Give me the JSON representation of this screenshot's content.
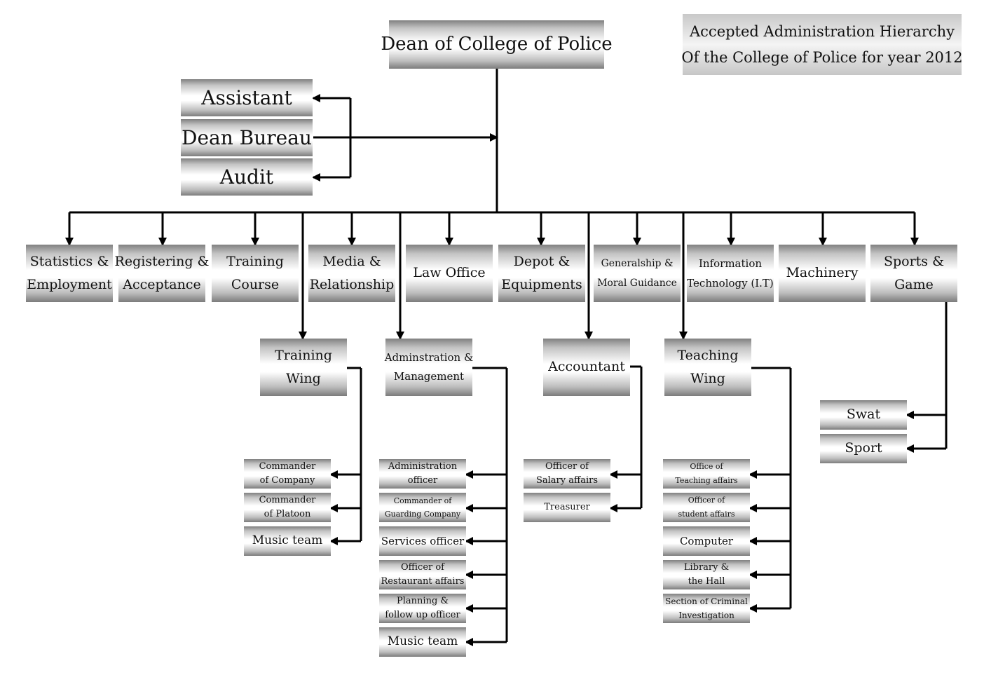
{
  "title": {
    "line1": "Accepted Administration Hierarchy",
    "line2": "Of the College of Police for year 2012"
  },
  "nodes": {
    "dean": [
      "Dean of College of Police"
    ],
    "assistant": [
      "Assistant"
    ],
    "dean_bureau": [
      "Dean Bureau"
    ],
    "audit": [
      "Audit"
    ],
    "statistics": [
      "Statistics &",
      "Employment"
    ],
    "registering": [
      "Registering &",
      "Acceptance"
    ],
    "training_course": [
      "Training",
      "Course"
    ],
    "media": [
      "Media &",
      "Relationship"
    ],
    "law_office": [
      "Law Office"
    ],
    "depot": [
      "Depot &",
      "Equipments"
    ],
    "generalship": [
      "Generalship &",
      "Moral Guidance"
    ],
    "it": [
      "Information",
      "Technology (I.T)"
    ],
    "machinery": [
      "Machinery"
    ],
    "sports_game": [
      "Sports &",
      "Game"
    ],
    "training_wing": [
      "Training",
      "Wing"
    ],
    "admin_mgmt": [
      "Adminstration &",
      "Management"
    ],
    "accountant": [
      "Accountant"
    ],
    "teaching_wing": [
      "Teaching",
      "Wing"
    ],
    "tw_commander_company": [
      "Commander",
      "of Company"
    ],
    "tw_commander_platoon": [
      "Commander",
      "of Platoon"
    ],
    "tw_music": [
      "Music team"
    ],
    "am_admin_officer": [
      "Administration",
      "officer"
    ],
    "am_guarding": [
      "Commander of",
      "Guarding Company"
    ],
    "am_services": [
      "Services officer"
    ],
    "am_restaurant": [
      "Officer of",
      "Restaurant affairs"
    ],
    "am_planning": [
      "Planning &",
      "follow up officer"
    ],
    "am_music": [
      "Music team"
    ],
    "acc_salary": [
      "Officer of",
      "Salary affairs"
    ],
    "acc_treasurer": [
      "Treasurer"
    ],
    "tch_teaching_affairs": [
      "Office of",
      "Teaching affairs"
    ],
    "tch_student_affairs": [
      "Officer of",
      "student affairs"
    ],
    "tch_computer": [
      "Computer"
    ],
    "tch_library": [
      "Library &",
      "the Hall"
    ],
    "tch_criminal": [
      "Section of Criminal",
      "Investigation"
    ],
    "swat": [
      "Swat"
    ],
    "sport": [
      "Sport"
    ]
  }
}
